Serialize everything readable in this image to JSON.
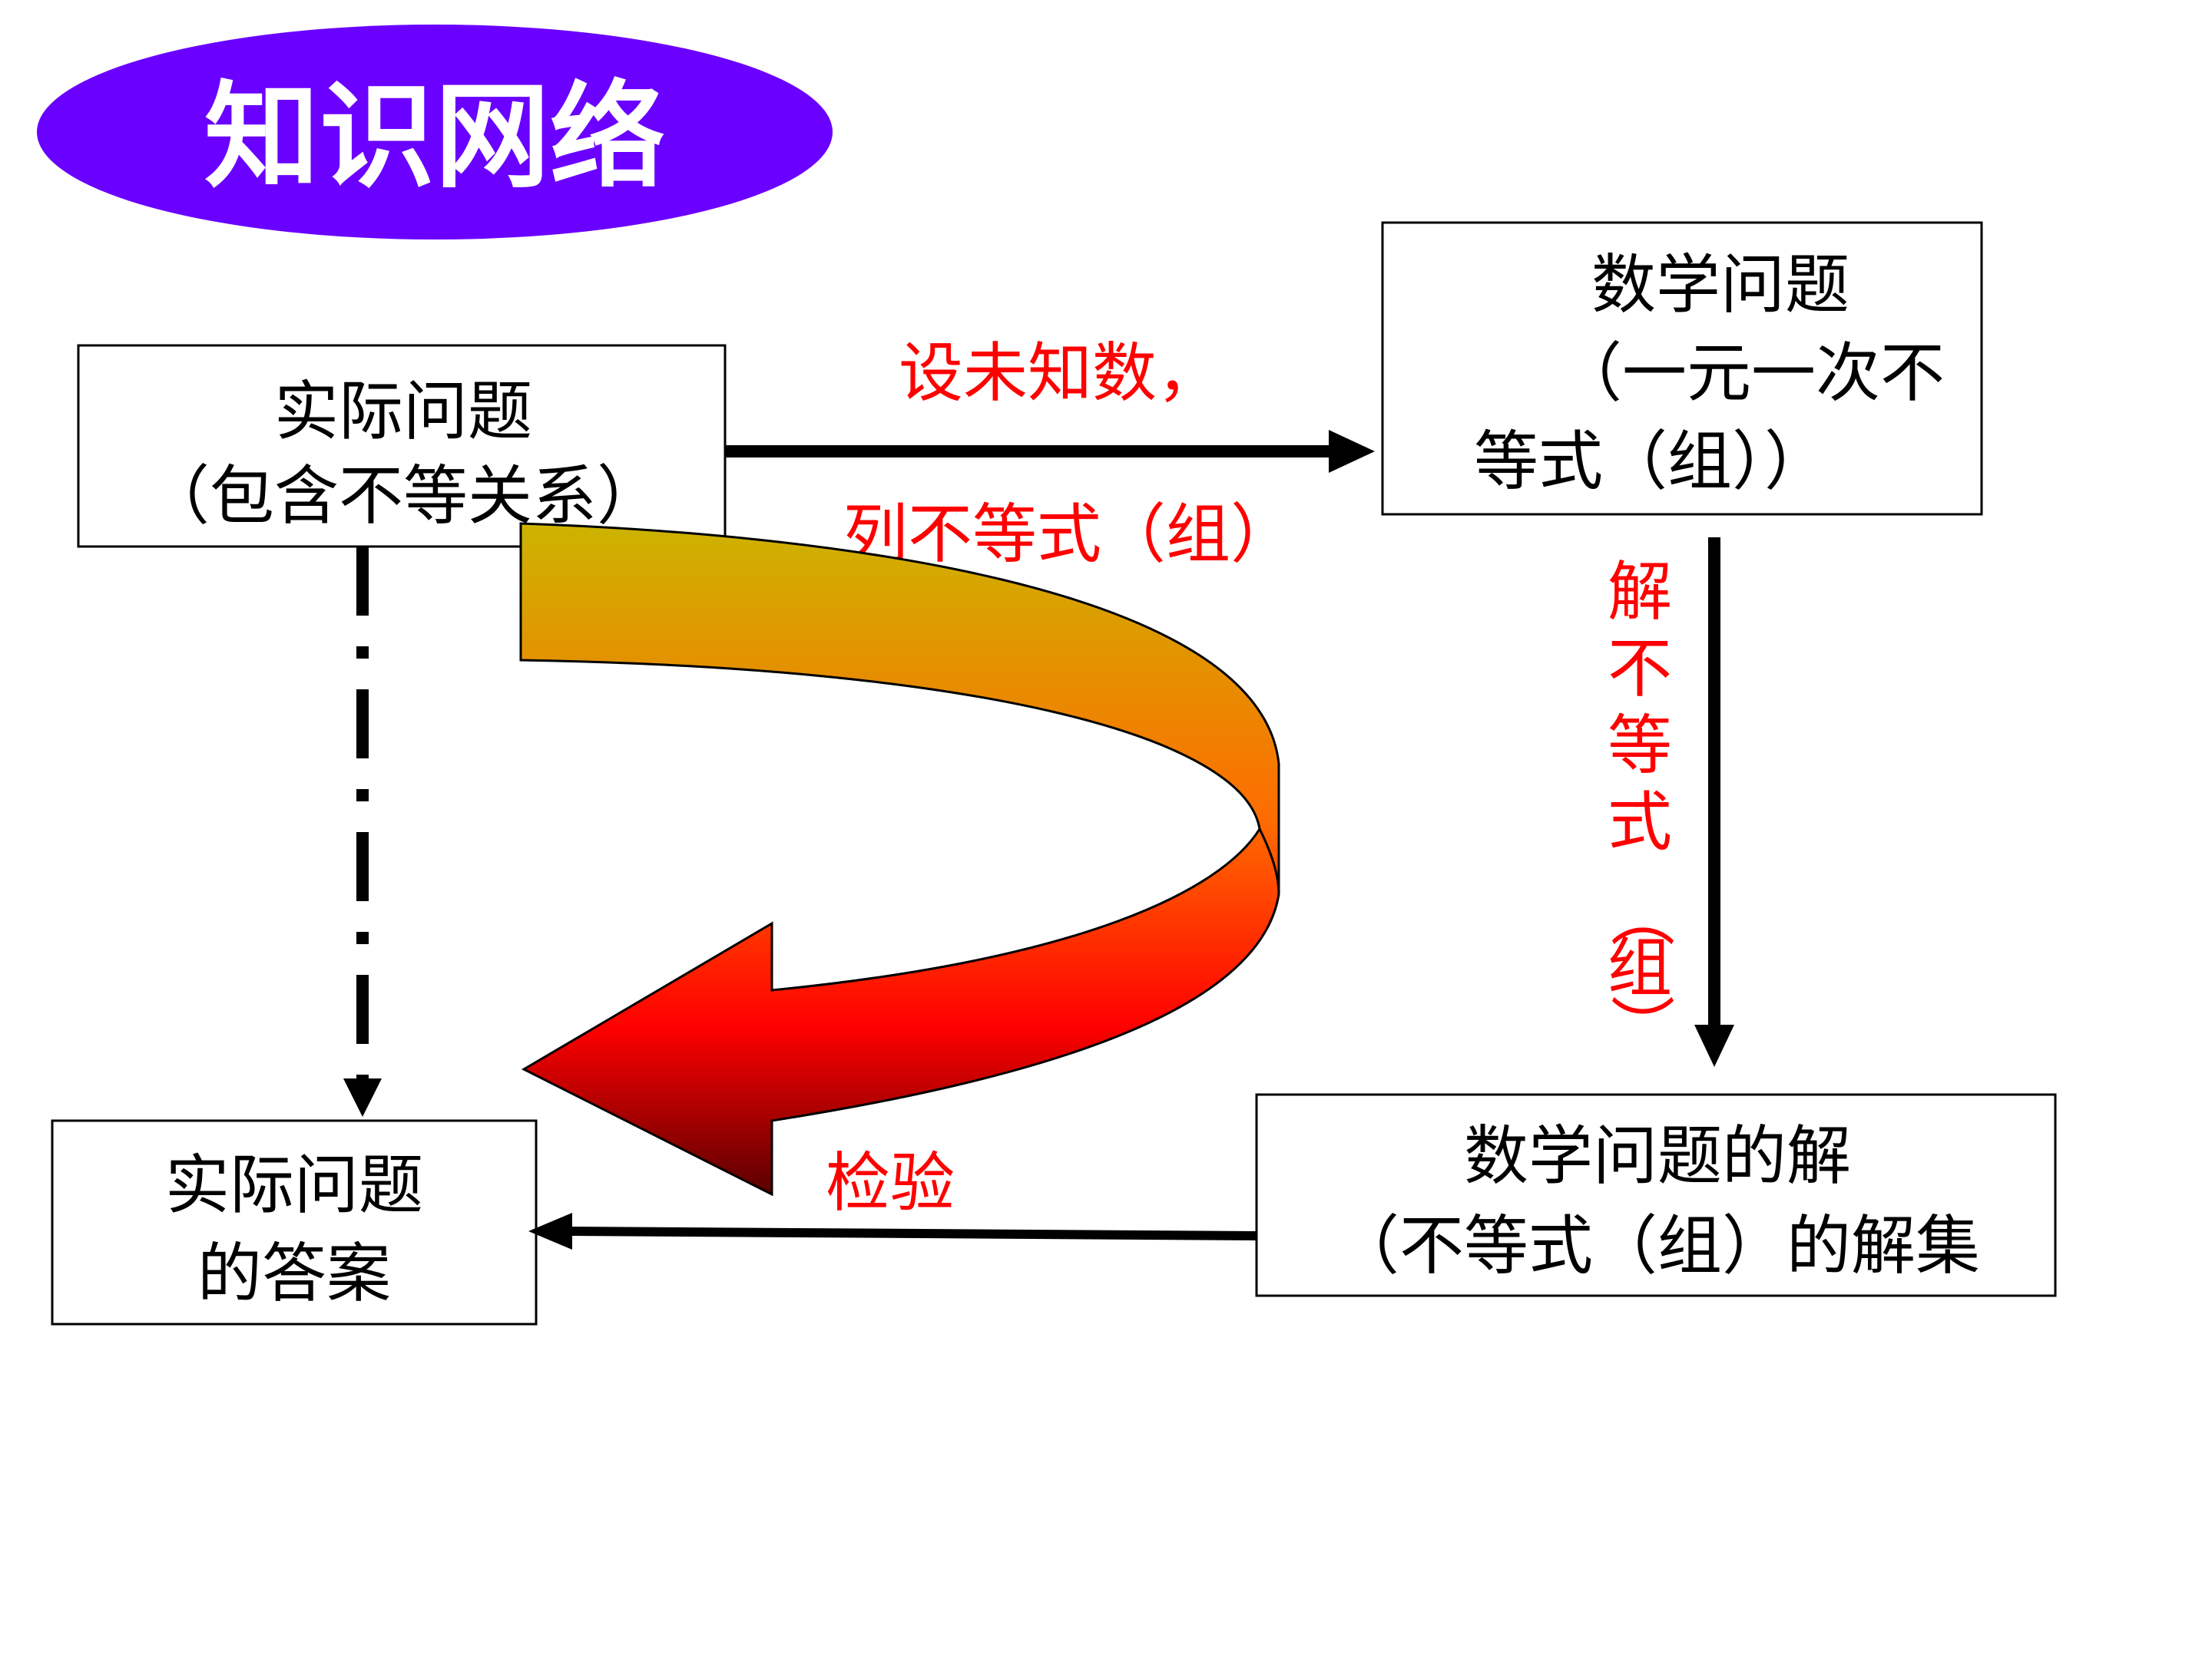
{
  "title": "知识网络",
  "colors": {
    "title_bg": "#6a00ff",
    "title_text": "#ffffff",
    "label": "#ff0000",
    "arrow_gradient_top": "#ccb400",
    "arrow_gradient_mid": "#ff6a00",
    "arrow_gradient_red": "#ff0000",
    "arrow_gradient_dark": "#5a0000"
  },
  "boxes": {
    "real_problem": {
      "line1": "实际问题",
      "line2": "（包含不等关系）"
    },
    "math_problem": {
      "line1": "数学问题",
      "line2": "（一元一次不",
      "line3": "等式（组））"
    },
    "math_solution": {
      "line1": "数学问题的解",
      "line2": "（不等式（组）的解集"
    },
    "real_answer": {
      "line1": "实际问题",
      "line2": "的答案"
    }
  },
  "labels": {
    "set_unknown": "设未知数，",
    "list_inequality": "列不等式（组）",
    "solve_chars": [
      "解",
      "不",
      "等",
      "式",
      "（",
      "组",
      "）"
    ],
    "verify": "检验"
  }
}
